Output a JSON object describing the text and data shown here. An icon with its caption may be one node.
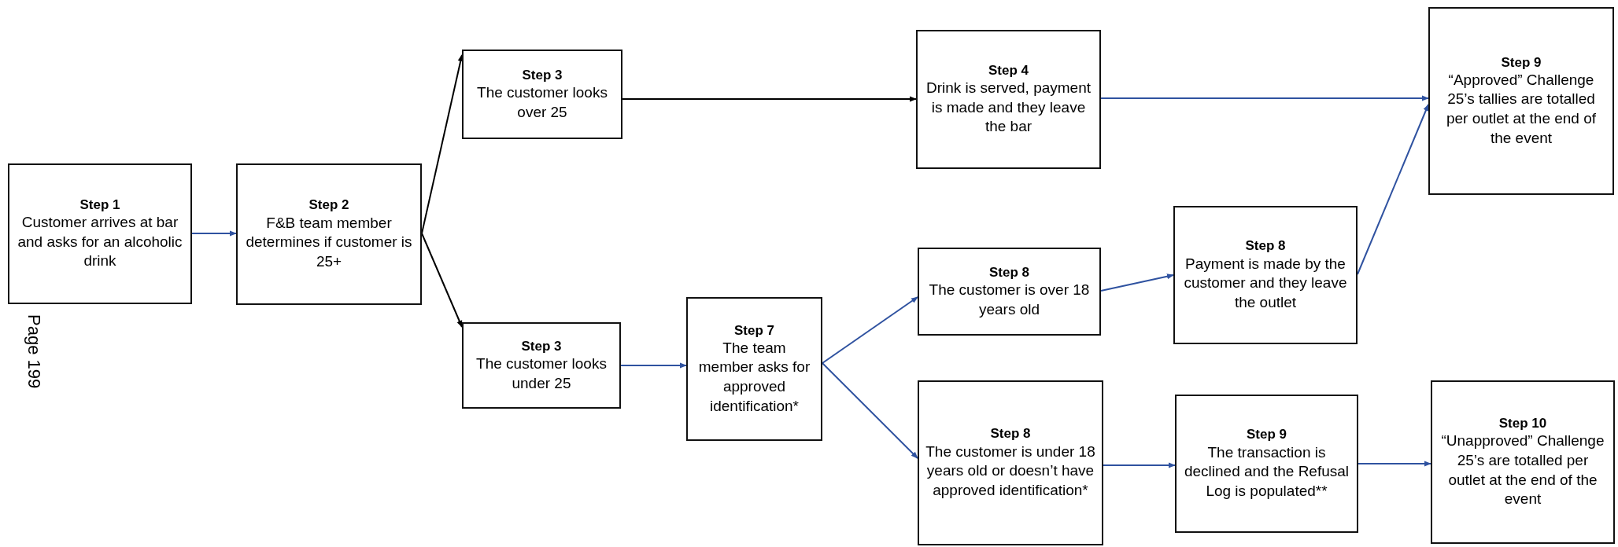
{
  "diagram": {
    "nodes": [
      {
        "text": [
          "Step 1",
          "Customer arrives at bar and asks for an alcoholic drink"
        ]
      },
      {
        "text": [
          "Step 2",
          "F&B team member determines if customer is 25+"
        ]
      },
      {
        "text": [
          "Step 3",
          "The customer looks over 25"
        ]
      },
      {
        "text": [
          "Step 4",
          "Drink is served, payment is made and they leave the bar"
        ]
      },
      {
        "text": [
          "Step 9",
          "“Approved” Challenge 25’s tallies are totalled per outlet at the end of the event"
        ]
      },
      {
        "text": [
          "Step 3",
          "The customer looks under 25"
        ]
      },
      {
        "text": [
          "Step 7",
          "The team member asks for approved identification*"
        ]
      },
      {
        "text": [
          "Step 8",
          "The customer is over 18 years old"
        ]
      },
      {
        "text": [
          "Step 8",
          "Payment is made by the customer and they leave the outlet"
        ]
      },
      {
        "text": [
          "Step 8",
          "The customer is under 18 years old or doesn’t have approved identification*"
        ]
      },
      {
        "text": [
          "Step 9",
          "The transaction is declined and the Refusal Log is populated**"
        ]
      },
      {
        "text": [
          "Step 10",
          "“Unapproved” Challenge 25’s are totalled per outlet at the end of the event"
        ]
      }
    ],
    "edges": [
      {
        "from": 0,
        "to": 1,
        "arrow": "to"
      },
      {
        "from": 1,
        "to": 2,
        "arrow": "to",
        "color": "#000000"
      },
      {
        "from": 1,
        "to": 5,
        "arrow": "to",
        "color": "#000000"
      },
      {
        "from": 2,
        "to": 3,
        "arrow": "to",
        "color": "#000000"
      },
      {
        "from": 3,
        "to": 4,
        "arrow": "to"
      },
      {
        "from": 8,
        "to": 4,
        "arrow": "to"
      },
      {
        "from": 5,
        "to": 6,
        "arrow": "to"
      },
      {
        "from": 6,
        "to": 7,
        "arrow": "to"
      },
      {
        "from": 6,
        "to": 9,
        "arrow": "to"
      },
      {
        "from": 7,
        "to": 8,
        "arrow": "to"
      },
      {
        "from": 9,
        "to": 10,
        "arrow": "to"
      },
      {
        "from": 10,
        "to": 11,
        "arrow": "to"
      }
    ],
    "labels": [
      "Page 199"
    ]
  }
}
